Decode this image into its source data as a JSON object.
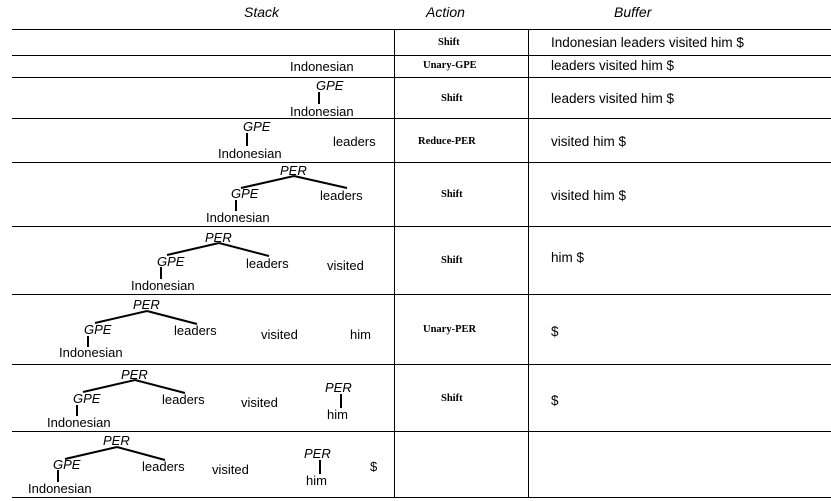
{
  "headers": {
    "stack": "Stack",
    "action": "Action",
    "buffer": "Buffer"
  },
  "rows": [
    {
      "action": "Shift",
      "buffer": "Indonesian leaders visited him $"
    },
    {
      "action": "Unary-GPE",
      "buffer": "leaders visited him $"
    },
    {
      "action": "Shift",
      "buffer": "leaders visited him $"
    },
    {
      "action": "Reduce-PER",
      "buffer": "visited him $"
    },
    {
      "action": "Shift",
      "buffer": "visited him $"
    },
    {
      "action": "Shift",
      "buffer": "him $"
    },
    {
      "action": "Unary-PER",
      "buffer": "$"
    },
    {
      "action": "Shift",
      "buffer": "$"
    },
    {
      "action": "",
      "buffer": ""
    }
  ],
  "stack_labels": {
    "indonesian": "Indonesian",
    "leaders": "leaders",
    "visited": "visited",
    "him": "him",
    "dollar": "$",
    "gpe": "GPE",
    "per": "PER"
  }
}
